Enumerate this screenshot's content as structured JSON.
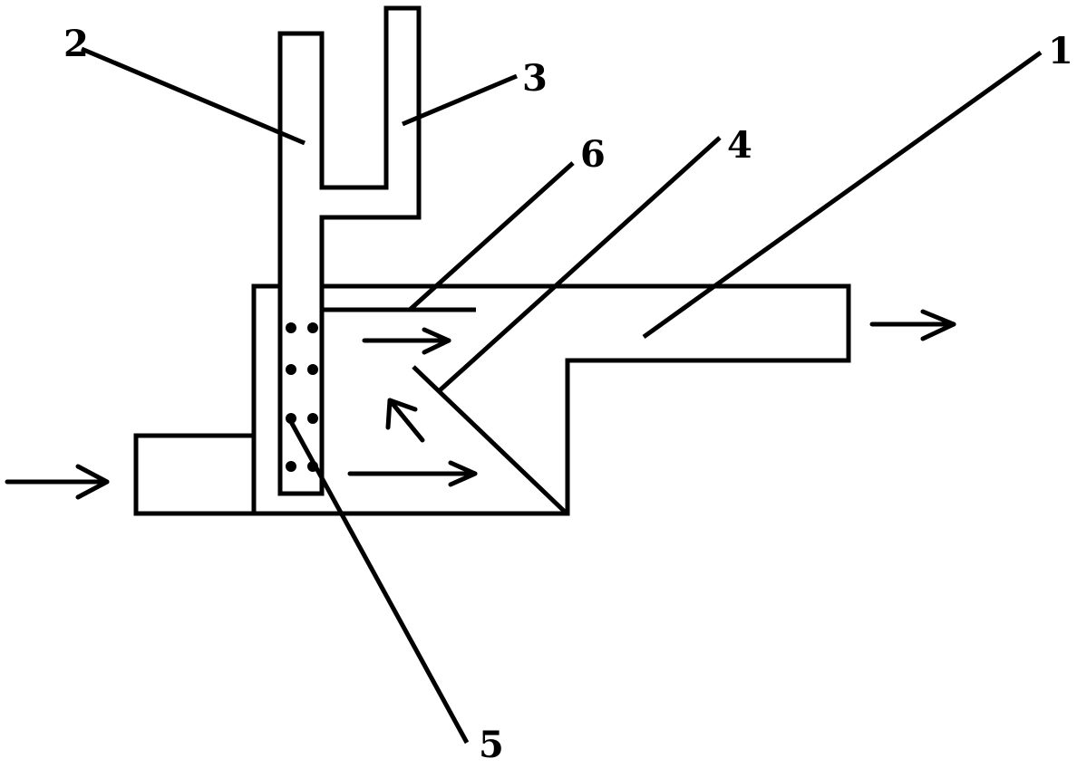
{
  "diagram": {
    "labels": {
      "part_1": "1",
      "part_2": "2",
      "part_3": "3",
      "part_4": "4",
      "part_5": "5",
      "part_6": "6"
    }
  }
}
